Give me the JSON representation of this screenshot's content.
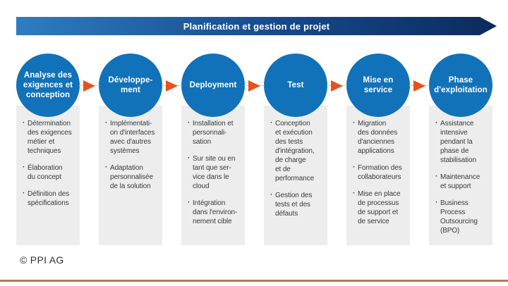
{
  "banner": {
    "label": "Planification et gestion de projet"
  },
  "stages": [
    {
      "title": "Analyse des\nexigences et\nconception",
      "bullets": [
        "Détermination\ndes exigences\nmétier et\ntechniques",
        "Élaboration\ndu concept",
        "Définition des\nspécifications"
      ]
    },
    {
      "title": "Développe-\nment",
      "bullets": [
        "Implémentati-\non d'interfaces\navec d'autres\nsystèmes",
        "Adaptation\npersonnalisée\nde la solution"
      ]
    },
    {
      "title": "Deployment",
      "bullets": [
        "Installation et\npersonnali-\nsation",
        "Sur site ou en\ntant que ser-\nvice dans le\ncloud",
        "Intégration\ndans l'environ-\nnement cible"
      ]
    },
    {
      "title": "Test",
      "bullets": [
        "Conception\net exécution\ndes tests\nd'intégration,\nde charge\net de\nperformance",
        "Gestion des\ntests et des\ndéfauts"
      ]
    },
    {
      "title": "Mise en\nservice",
      "bullets": [
        "Migration\ndes données\nd'anciennes\napplications",
        "Formation des\ncollaborateurs",
        "Mise en place\nde processus\nde support et\nde service"
      ]
    },
    {
      "title": "Phase\nd'exploitation",
      "bullets": [
        "Assistance\nintensive\npendant la\nphase de\nstabilisation",
        "Maintenance\net support",
        "Business\nProcess\nOutsourcing\n(BPO)"
      ]
    }
  ],
  "footer": {
    "copyright": "© PPI AG"
  },
  "colors": {
    "circle_blue": "#1172b9",
    "banner_gradient_start": "#2e7cc0",
    "banner_gradient_end": "#0c2a5c",
    "arrow_orange": "#e8511c",
    "panel_gray": "#ededed",
    "bottom_rule_brown": "#ae7b5f"
  }
}
